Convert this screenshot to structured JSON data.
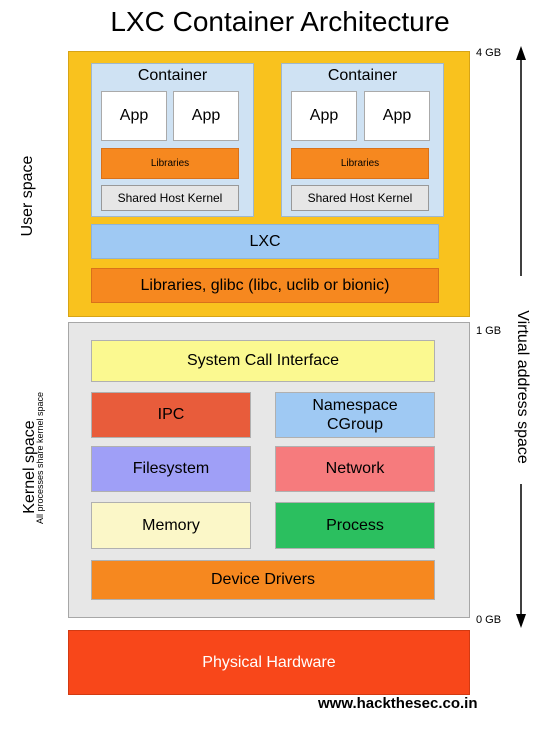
{
  "title": "LXC Container Architecture",
  "user_space_label": "User space",
  "kernel_space_label": "Kernel space",
  "kernel_space_note": "All processes share kernel space",
  "virtual_address_label": "Virtual address space",
  "gb_markers": [
    "4 GB",
    "1 GB",
    "0 GB"
  ],
  "containers": [
    {
      "label": "Container",
      "apps": [
        "App",
        "App"
      ],
      "libraries": "Libraries",
      "shared_kernel": "Shared Host Kernel"
    },
    {
      "label": "Container",
      "apps": [
        "App",
        "App"
      ],
      "libraries": "Libraries",
      "shared_kernel": "Shared Host Kernel"
    }
  ],
  "lxc": "LXC",
  "glibc": "Libraries, glibc (libc, uclib or bionic)",
  "kernel": {
    "syscall": "System Call Interface",
    "ipc": "IPC",
    "namespace": "Namespace\nCGroup",
    "filesystem": "Filesystem",
    "network": "Network",
    "memory": "Memory",
    "process": "Process",
    "device_drivers": "Device Drivers"
  },
  "physical_hardware": "Physical Hardware",
  "website": "www.hackthesec.co.in",
  "colors": {
    "user_space": "#f9c21e",
    "container": "#cfe2f3",
    "orange": "#f6881f",
    "lxc": "#9fc9f3",
    "syscall": "#fbf990",
    "ipc": "#e85c3b",
    "namespace": "#9fc9f3",
    "filesystem": "#9f9ff7",
    "network": "#f67b7d",
    "memory": "#fbf7c8",
    "process": "#2bbf5f",
    "hardware": "#f8471a"
  }
}
